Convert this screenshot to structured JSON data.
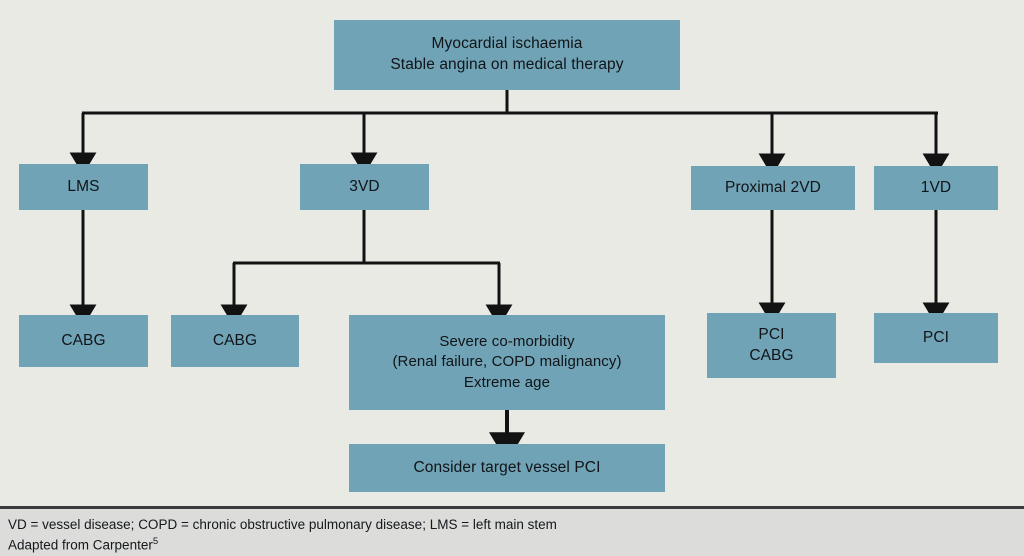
{
  "figure": {
    "background_color": "#eaeae5",
    "node_color": "#6fa3b5",
    "line_color": "#121212",
    "text_color": "#111418"
  },
  "nodes": {
    "root": "Myocardial ischaemia\nStable angina on medical therapy",
    "lms": "LMS",
    "threevd": "3VD",
    "proximal2vd": "Proximal 2VD",
    "onevd": "1VD",
    "cabg_lms": "CABG",
    "cabg_3vd": "CABG",
    "comorbidity": "Severe co-morbidity\n(Renal failure, COPD malignancy)\nExtreme age",
    "pci_cabg": "PCI\nCABG",
    "pci": "PCI",
    "target_vessel": "Consider target vessel PCI"
  },
  "footer": {
    "line1": "VD = vessel disease; COPD = chronic obstructive pulmonary disease; LMS = left main stem",
    "line2_text": "Adapted from Carpenter",
    "line2_sup": "5"
  }
}
